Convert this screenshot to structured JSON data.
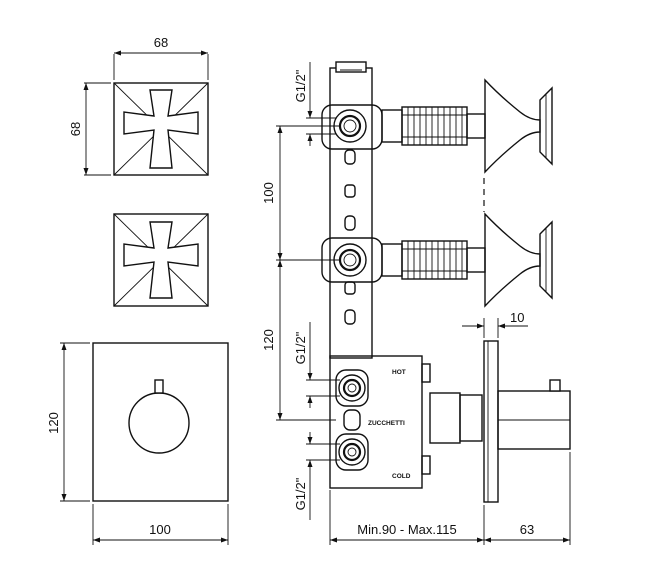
{
  "dimensions": {
    "top_width": "68",
    "top_height": "68",
    "spacing_upper": "100",
    "spacing_lower": "120",
    "plate_height": "120",
    "plate_width": "100",
    "depth_range": "Min.90  -  Max.115",
    "handle_depth": "63",
    "plate_thickness": "10"
  },
  "thread_labels": {
    "top": "G1/2\"",
    "middle": "G1/2\"",
    "bottom": "G1/2\""
  },
  "body_labels": {
    "hot": "HOT",
    "brand": "ZUCCHETTI",
    "cold": "COLD"
  }
}
